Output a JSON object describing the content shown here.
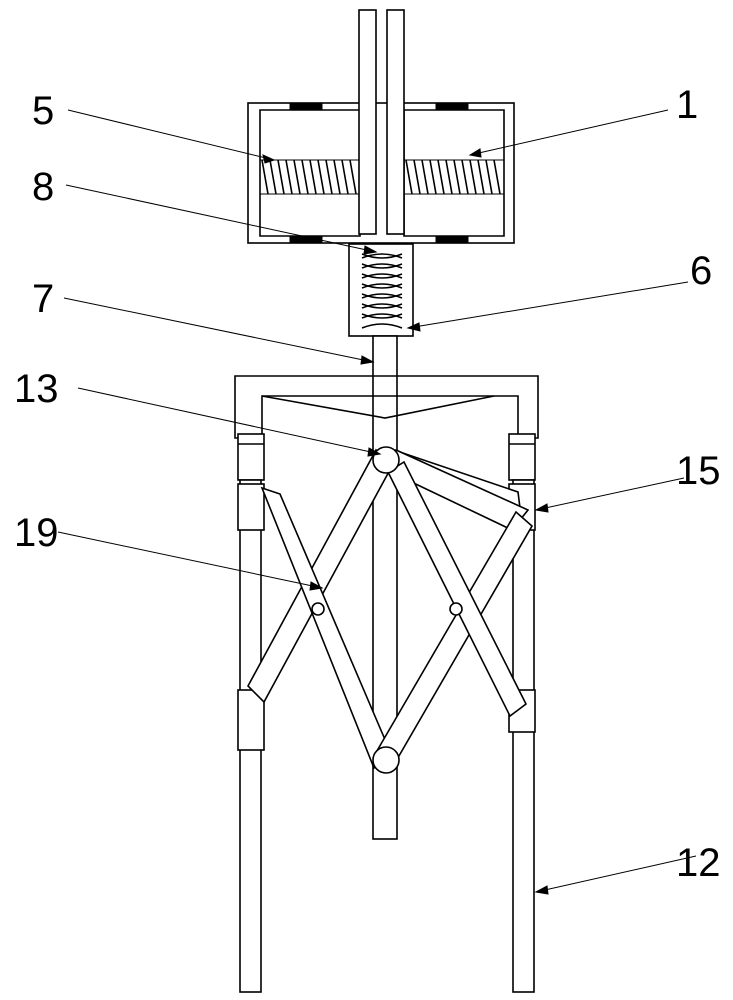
{
  "labels": [
    {
      "id": "1",
      "text": "1"
    },
    {
      "id": "5",
      "text": "5"
    },
    {
      "id": "8",
      "text": "8"
    },
    {
      "id": "6",
      "text": "6"
    },
    {
      "id": "7",
      "text": "7"
    },
    {
      "id": "13",
      "text": "13"
    },
    {
      "id": "15",
      "text": "15"
    },
    {
      "id": "19",
      "text": "19"
    },
    {
      "id": "12",
      "text": "12"
    }
  ]
}
